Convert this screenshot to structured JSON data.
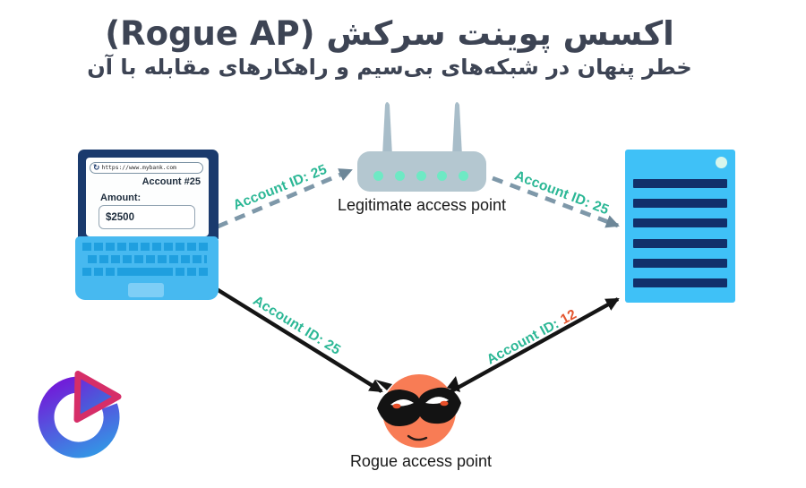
{
  "title": {
    "heading": "اکسس پوینت سرکش (Rogue AP)",
    "subheading": "خطر پنهان در شبکه‌های بی‌سیم و راهکارهای مقابله با آن"
  },
  "laptop": {
    "refresh_icon": "↻",
    "browser_url": "https://www.mybank.com",
    "account_heading": "Account #25",
    "amount_label": "Amount:",
    "amount_value": "$2500"
  },
  "legitimate_ap": {
    "label": "Legitimate access point"
  },
  "rogue_ap": {
    "label": "Rogue access point"
  },
  "flows": [
    {
      "from": "laptop",
      "to": "legitimate-ap",
      "style": "dashed",
      "label": "Account ID: 25"
    },
    {
      "from": "legitimate-ap",
      "to": "server",
      "style": "dashed",
      "label": "Account ID: 25"
    },
    {
      "from": "laptop",
      "to": "rogue-ap",
      "style": "solid",
      "label": "Account ID: 25"
    },
    {
      "from": "rogue-ap",
      "to": "server",
      "style": "solid",
      "label_prefix": "Account ID: ",
      "label_value": "12"
    }
  ],
  "colors": {
    "title_text": "#3d4454",
    "teal_label": "#2bb795",
    "spoofed_id_orange": "#e4562f",
    "dashed_arrow": "#7e98a9",
    "solid_arrow": "#151515",
    "laptop_bezel_navy": "#1a3a6d",
    "laptop_body_blue": "#47b9f0",
    "router_gray": "#b4c7d0",
    "led_teal": "#6ee9c4",
    "server_blue": "#3fc1f7",
    "server_slot_navy": "#11306b",
    "rogue_face_orange": "#f87c55",
    "logo_purple": "#7318d8",
    "logo_blue": "#2f9fe6",
    "logo_pink": "#d62e68"
  }
}
